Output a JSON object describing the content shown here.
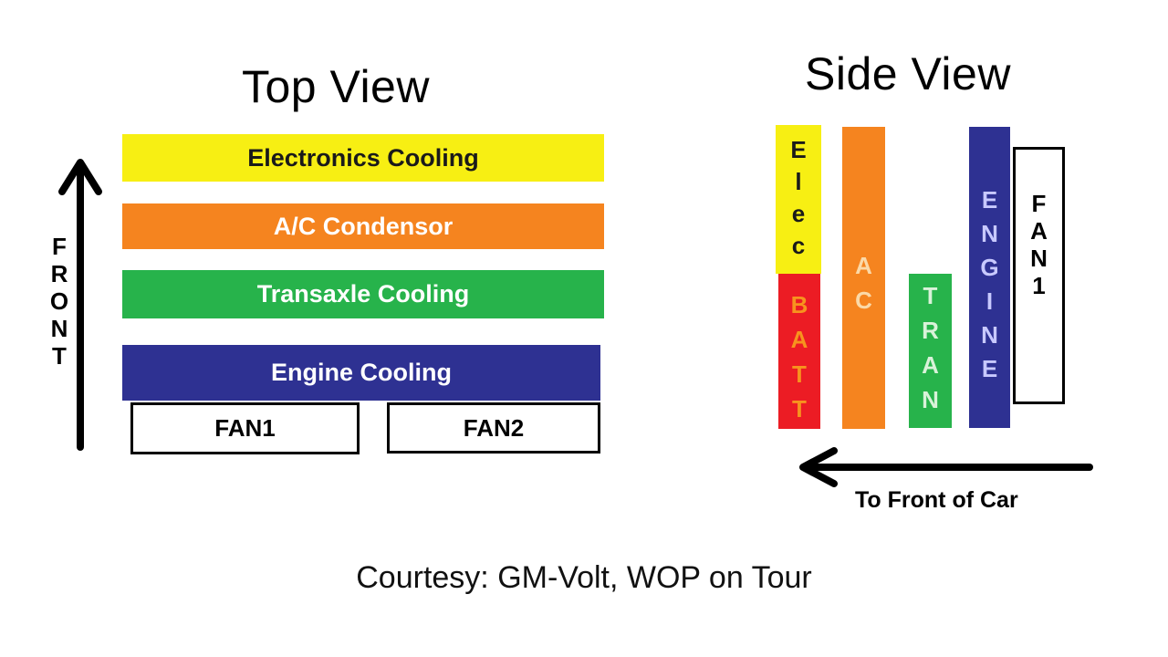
{
  "top_view": {
    "title": "Top View",
    "front_label": [
      "F",
      "R",
      "O",
      "N",
      "T"
    ],
    "bars": {
      "electronics": "Electronics Cooling",
      "ac": "A/C Condensor",
      "transaxle": "Transaxle Cooling",
      "engine": "Engine Cooling"
    },
    "fans": {
      "fan1": "FAN1",
      "fan2": "FAN2"
    }
  },
  "side_view": {
    "title": "Side View",
    "columns": {
      "elec": [
        "E",
        "l",
        "e",
        "c"
      ],
      "batt": [
        "B",
        "A",
        "T",
        "T"
      ],
      "ac": [
        "A",
        "C"
      ],
      "tran": [
        "T",
        "R",
        "A",
        "N"
      ],
      "engine": [
        "E",
        "N",
        "G",
        "I",
        "N",
        "E"
      ],
      "fan1": [
        "F",
        "A",
        "N",
        "1"
      ]
    },
    "arrow_label": "To Front of Car"
  },
  "caption": "Courtesy: GM-Volt, WOP on Tour",
  "colors": {
    "yellow": "#f7ef13",
    "orange": "#f5841f",
    "green": "#27b34b",
    "blue": "#2e3192",
    "red": "#ec1c24"
  }
}
